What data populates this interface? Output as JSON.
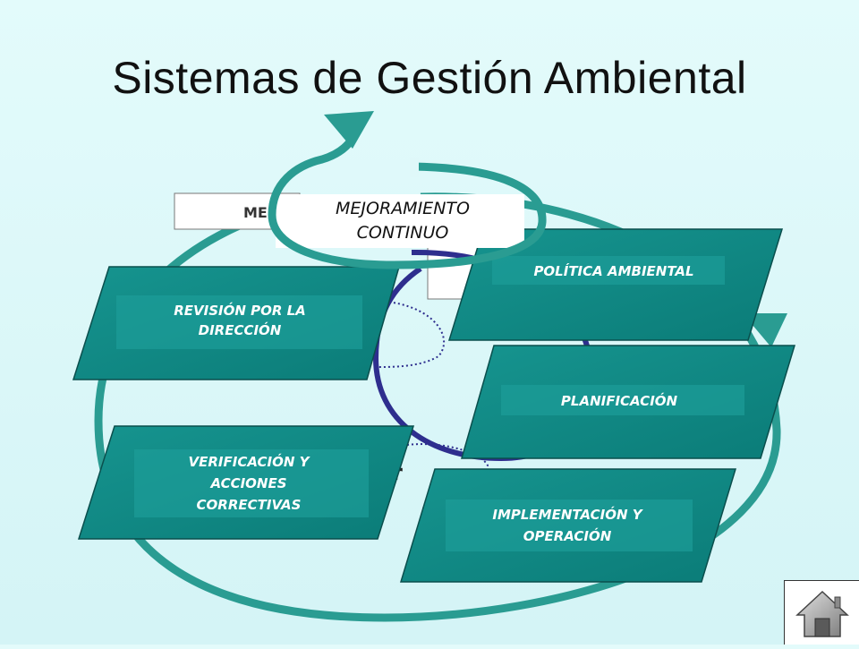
{
  "title": "Sistemas de Gestión Ambiental",
  "center_label": "MEJORAMIENTO CONTINUO",
  "center_lines": [
    "MEJORAMIENTO",
    "CONTINUO"
  ],
  "partial_label": "ME",
  "partial_char": "r",
  "boxes": [
    {
      "label": "POLÍTICA AMBIENTAL",
      "lines": [
        "POLÍTICA AMBIENTAL"
      ]
    },
    {
      "label": "PLANIFICACIÓN",
      "lines": [
        "PLANIFICACIÓN"
      ]
    },
    {
      "label": "IMPLEMENTACIÓN Y OPERACIÓN",
      "lines": [
        "IMPLEMENTACIÓN Y",
        "OPERACIÓN"
      ]
    },
    {
      "label": "VERIFICACIÓN Y ACCIONES CORRECTIVAS",
      "lines": [
        "VERIFICACIÓN Y",
        "ACCIONES",
        "CORRECTIVAS"
      ]
    },
    {
      "label": "REVISIÓN POR LA DIRECCIÓN",
      "lines": [
        "REVISIÓN POR LA",
        "DIRECCIÓN"
      ]
    }
  ],
  "colors": {
    "box_fill": "#0e8a86",
    "box_band": "#1c9d99",
    "arrow": "#2a9c92",
    "inner_loop": "#2e2e8e",
    "background": "#dff8f9"
  },
  "icons": {
    "home": "home-icon"
  }
}
